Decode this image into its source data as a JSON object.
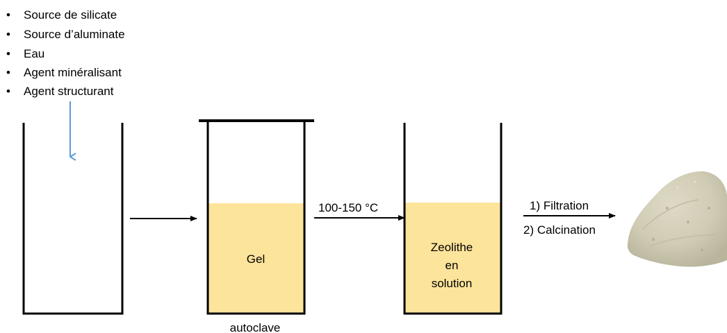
{
  "ingredients": [
    "Source de silicate",
    "Source d’aluminate",
    "Eau",
    "Agent minéralisant",
    "Agent structurant"
  ],
  "gel_label": "Gel",
  "autoclave_label": "autoclave",
  "temperature_label": "100-150 °C",
  "zeolite_label": {
    "line1": "Zeolithe",
    "line2": "en",
    "line3": "solution"
  },
  "steps": {
    "filtration": "1) Filtration",
    "calcination": "2) Calcination"
  },
  "colors": {
    "liquid": "#fde49b",
    "liquid_border": "#f3d27a",
    "feed_arrow": "#5b9bd5",
    "lines": "#000000",
    "powder": "#cfcbb4"
  },
  "icons": {
    "powder": "zeolite-powder-pile"
  }
}
